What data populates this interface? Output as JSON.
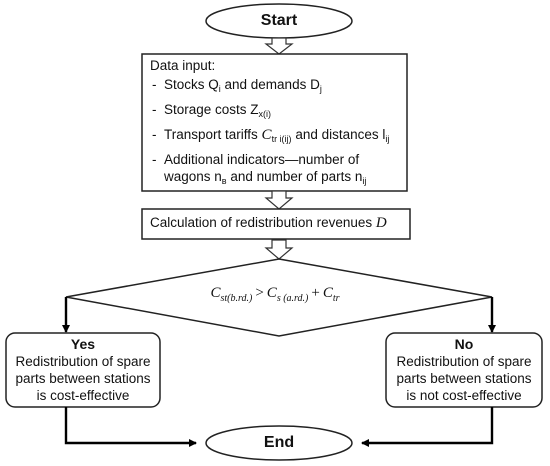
{
  "start": {
    "label": "Start"
  },
  "end": {
    "label": "End"
  },
  "data_input": {
    "title": "Data input:",
    "items": [
      {
        "text": "Stocks Q",
        "sub1": "i",
        "mid": " and demands D",
        "sub2": "j",
        "tail": ""
      },
      {
        "text": "Storage costs Z",
        "sub1": "x(i)",
        "mid": "",
        "sub2": "",
        "tail": ""
      },
      {
        "text": "Transport tariffs ",
        "sym": "C",
        "sub1": "tr i(ij)",
        "mid": " and distances l",
        "sub2": "ij",
        "tail": ""
      },
      {
        "text": "Additional indicators—number of wagons n",
        "sub1": "в",
        "mid": " and number of parts n",
        "sub2": "ij",
        "tail": ""
      }
    ]
  },
  "revenue": {
    "text": "Calculation of redistribution revenues ",
    "symbol": "D"
  },
  "decision": {
    "lhs": "C",
    "lhs_sub": "st(b.rd.)",
    "op1": ">",
    "rhs1": "C",
    "rhs1_sub": "s (a.rd.)",
    "op2": "+",
    "rhs2": "C",
    "rhs2_sub": "tr"
  },
  "yes": {
    "head": "Yes",
    "line1": "Redistribution of spare",
    "line2": "parts between stations",
    "line3": "is cost-effective"
  },
  "no": {
    "head": "No",
    "line1": "Redistribution of spare",
    "line2": "parts between stations",
    "line3": "is not cost-effective"
  }
}
